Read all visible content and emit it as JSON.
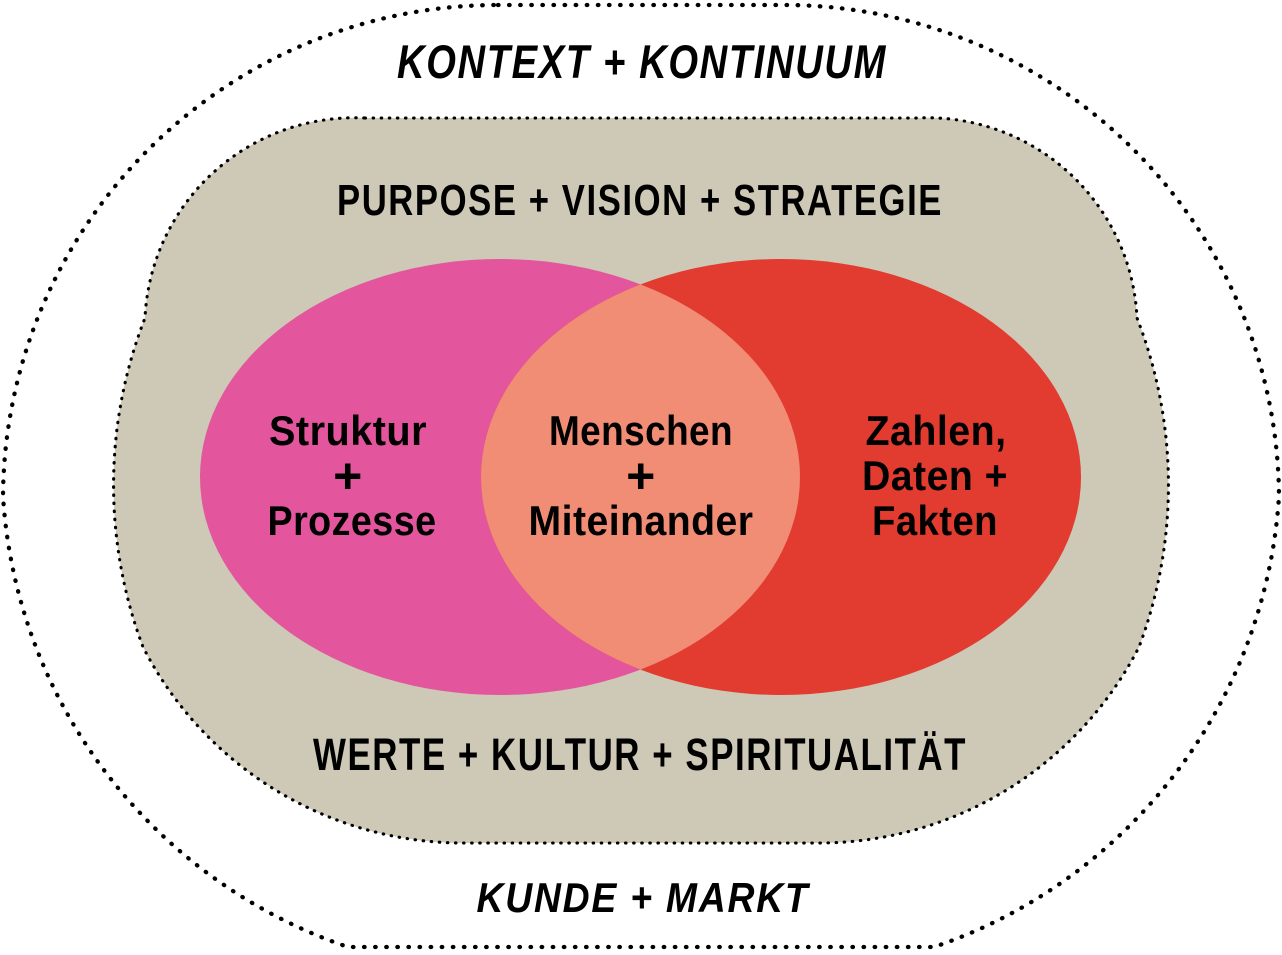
{
  "labels": {
    "outer_top": "KONTEXT + KONTINUUM",
    "inner_top": "PURPOSE + VISION + STRATEGIE",
    "inner_bottom": "WERTE + KULTUR + SPIRITUALITÄT",
    "outer_bottom": "KUNDE + MARKT"
  },
  "venn": {
    "left": {
      "lines": [
        "Struktur",
        "+",
        "Prozesse"
      ]
    },
    "center": {
      "lines": [
        "Menschen",
        "+",
        "Miteinander"
      ]
    },
    "right": {
      "lines": [
        "Zahlen,",
        "Daten +",
        "Fakten"
      ]
    }
  },
  "colors": {
    "beige": "#cec8b6",
    "pink": "#e3559c",
    "red": "#e23b30",
    "salmon": "#f18c75",
    "text": "#000000",
    "dots": "#000000"
  }
}
